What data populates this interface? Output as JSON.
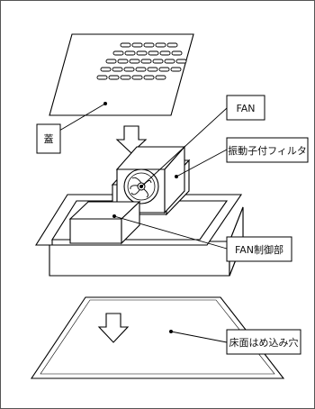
{
  "labels": {
    "lid": "蓋",
    "fan": "FAN",
    "filter": "振動子付フィルタ",
    "fan_control": "FAN制御部",
    "floor_hole": "床面はめ込み穴"
  },
  "icons": {
    "fan": "fan-icon",
    "arrow": "down-arrow-icon"
  },
  "colors": {
    "line": "#000000",
    "background": "#ffffff"
  }
}
